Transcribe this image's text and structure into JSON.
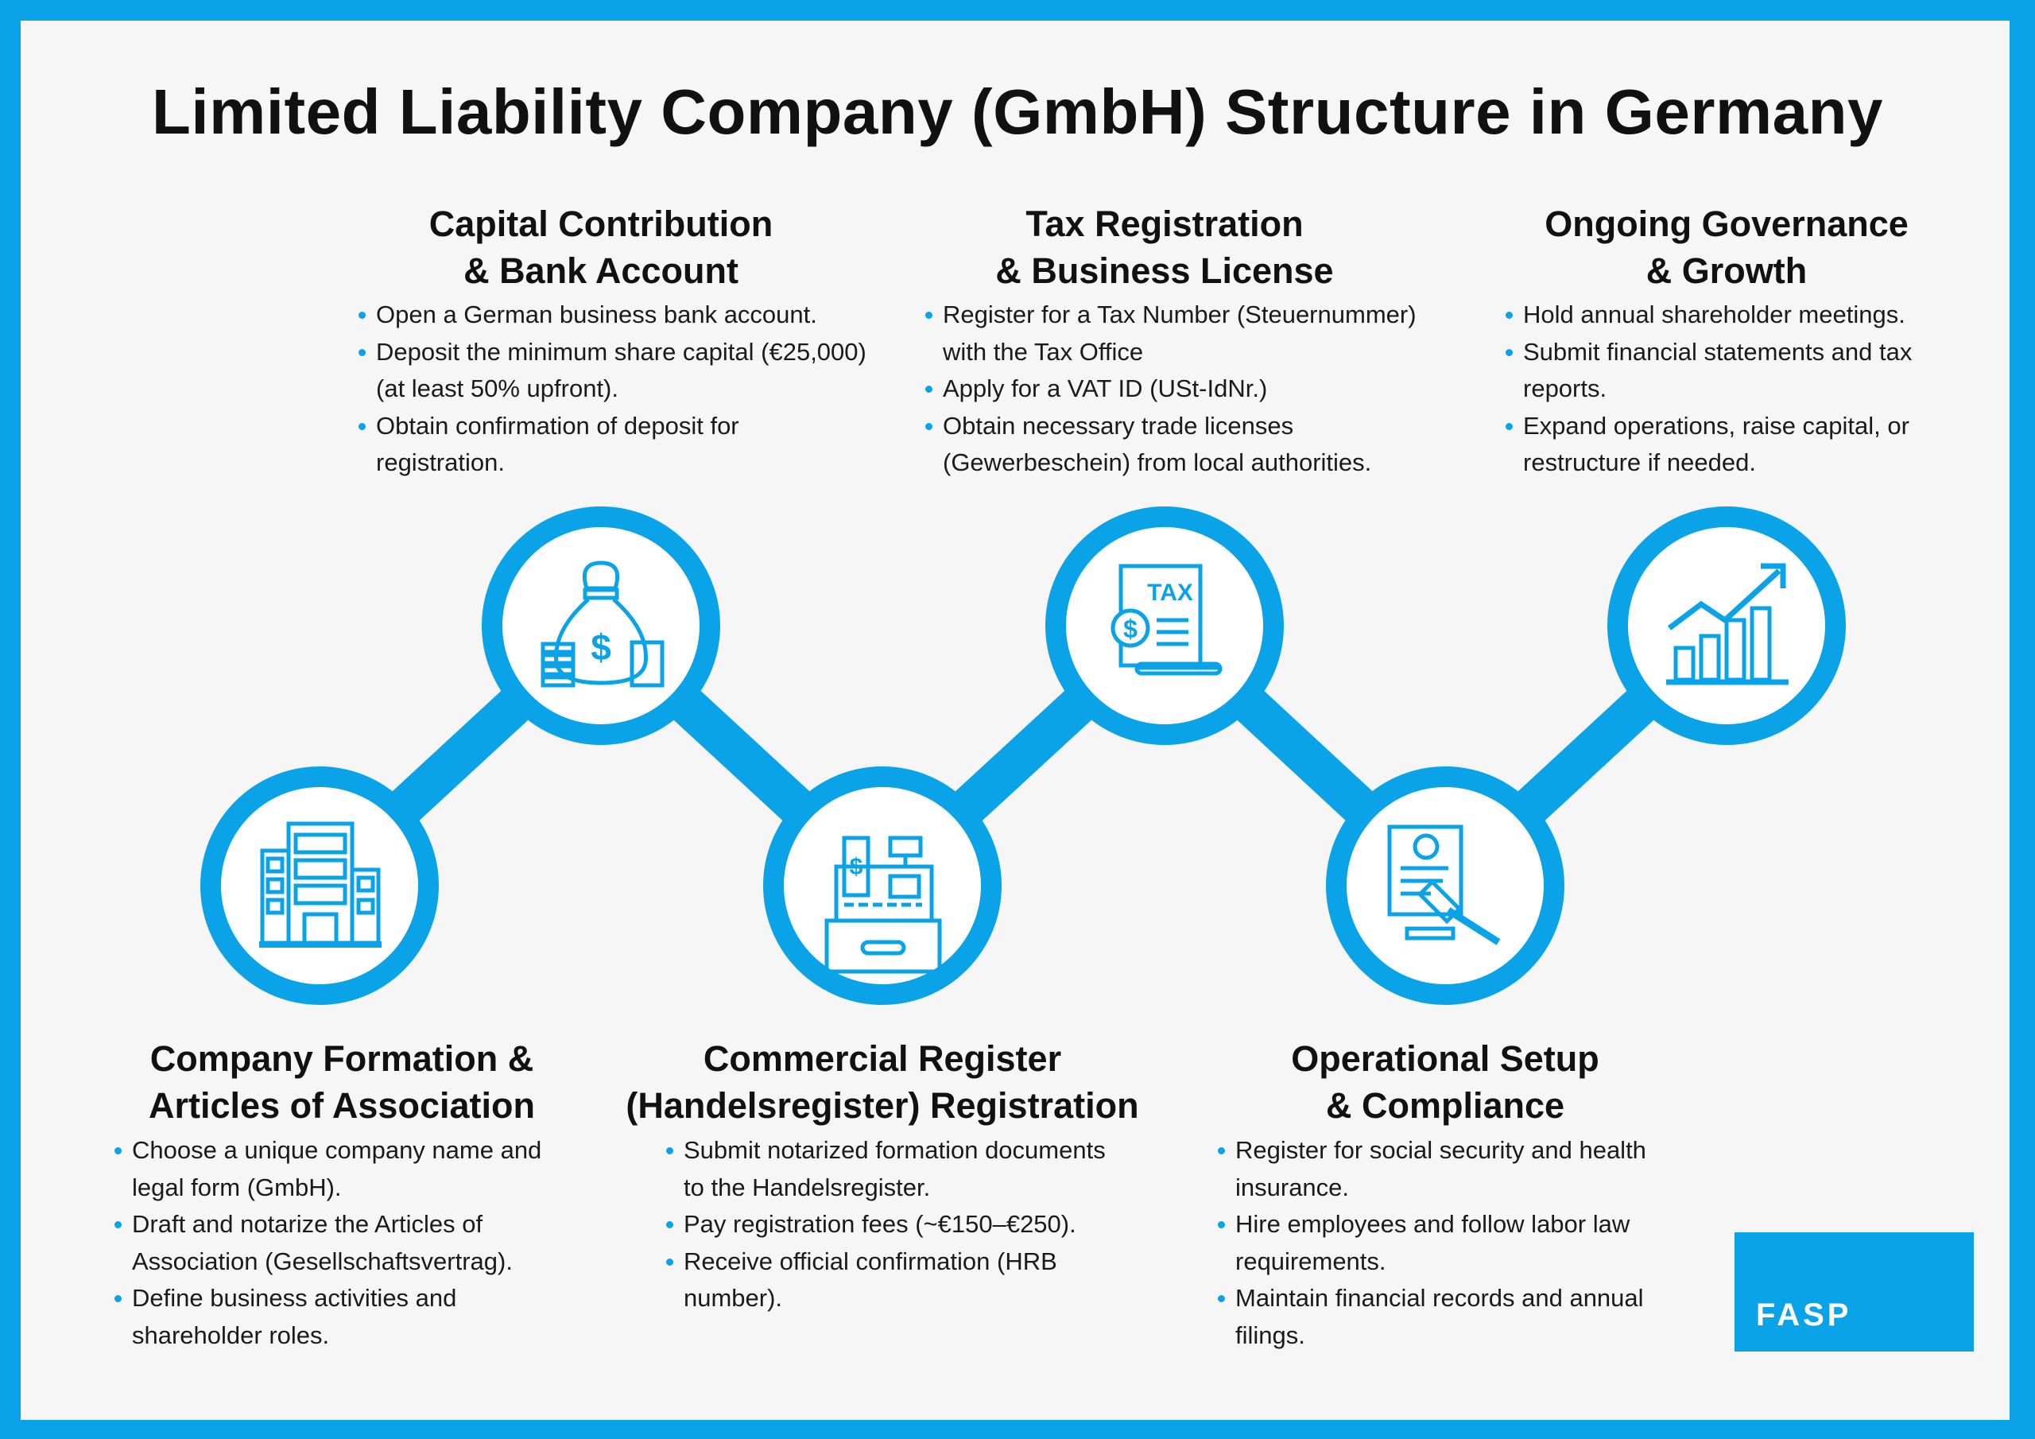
{
  "title": "Limited Liability Company (GmbH) Structure in Germany",
  "steps": [
    {
      "heading": [
        "Company Formation &",
        "Articles of Association"
      ],
      "icon": "office-building-icon",
      "bullets": [
        "Choose a unique company name and legal form (GmbH).",
        "Draft and notarize the Articles of Association (Gesellschaftsvertrag).",
        "Define business activities and shareholder roles."
      ]
    },
    {
      "heading": [
        "Capital Contribution",
        "& Bank Account"
      ],
      "icon": "money-bag-icon",
      "bullets": [
        "Open a German business bank account.",
        "Deposit the minimum share capital (€25,000) (at least 50% upfront).",
        "Obtain confirmation of deposit for registration."
      ]
    },
    {
      "heading": [
        "Commercial Register",
        "(Handelsregister) Registration"
      ],
      "icon": "cash-register-icon",
      "bullets": [
        "Submit notarized formation documents to the Handelsregister.",
        "Pay registration fees (~€150–€250).",
        "Receive official confirmation (HRB number)."
      ]
    },
    {
      "heading": [
        "Tax Registration",
        "& Business License"
      ],
      "icon": "tax-document-icon",
      "icon_text": "TAX",
      "bullets": [
        "Register for a Tax Number (Steuernummer) with the Tax Office",
        "Apply for a VAT ID (USt-IdNr.)",
        "Obtain necessary trade licenses (Gewerbeschein) from local authorities."
      ]
    },
    {
      "heading": [
        "Operational Setup",
        "& Compliance"
      ],
      "icon": "document-gavel-icon",
      "bullets": [
        "Register for social security and health insurance.",
        "Hire employees and follow labor law requirements.",
        "Maintain financial records and annual filings."
      ]
    },
    {
      "heading": [
        "Ongoing Governance",
        "& Growth"
      ],
      "icon": "growth-chart-icon",
      "bullets": [
        "Hold annual shareholder meetings.",
        "Submit financial statements and tax reports.",
        "Expand operations, raise capital, or restructure if needed."
      ]
    }
  ],
  "logo": "FASP",
  "colors": {
    "accent": "#0aa3e8",
    "background": "#f6f6f6",
    "text": "#111111"
  }
}
